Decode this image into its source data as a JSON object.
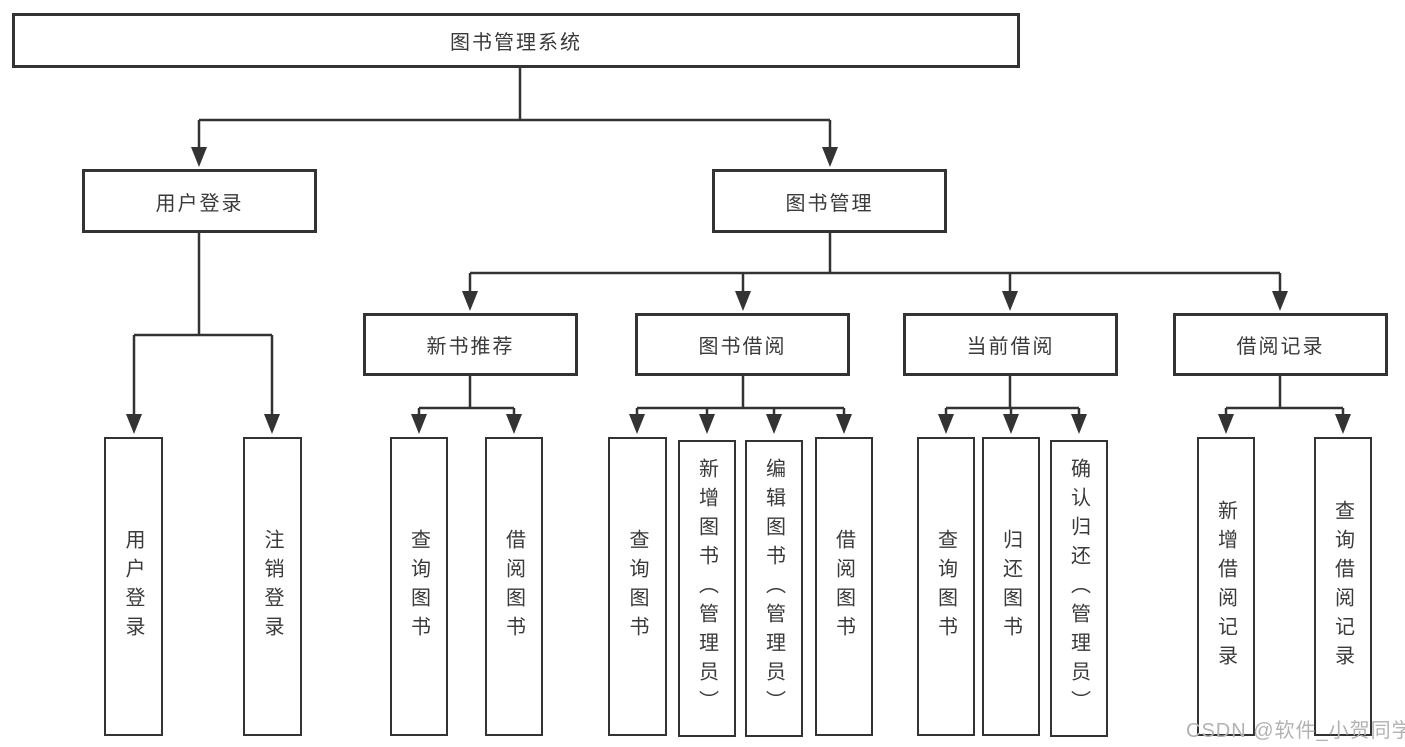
{
  "diagram": {
    "type": "hierarchy-tree",
    "root": {
      "label": "图书管理系统"
    },
    "level2": [
      {
        "label": "用户登录",
        "children": [
          "用户登录",
          "注销登录"
        ]
      },
      {
        "label": "图书管理",
        "children": [
          "新书推荐",
          "图书借阅",
          "当前借阅",
          "借阅记录"
        ]
      }
    ],
    "level3": [
      {
        "label": "新书推荐",
        "children": [
          "查询图书",
          "借阅图书"
        ]
      },
      {
        "label": "图书借阅",
        "children": [
          "查询图书",
          "新增图书（管理员）",
          "编辑图书（管理员）",
          "借阅图书"
        ]
      },
      {
        "label": "当前借阅",
        "children": [
          "查询图书",
          "归还图书",
          "确认归还（管理员）"
        ]
      },
      {
        "label": "借阅记录",
        "children": [
          "新增借阅记录",
          "查询借阅记录"
        ]
      }
    ],
    "leaves": [
      "用户登录",
      "注销登录",
      "查询图书",
      "借阅图书",
      "查询图书",
      "新增图书（管理员）",
      "编辑图书（管理员）",
      "借阅图书",
      "查询图书",
      "归还图书",
      "确认归还（管理员）",
      "新增借阅记录",
      "查询借阅记录"
    ]
  },
  "watermark": {
    "text": "CSDN @软件_小贺同学"
  },
  "colors": {
    "line": "#333333",
    "border": "#333333",
    "text": "#3a3a3a",
    "background": "#ffffff",
    "watermark": "#b2b2b2"
  }
}
